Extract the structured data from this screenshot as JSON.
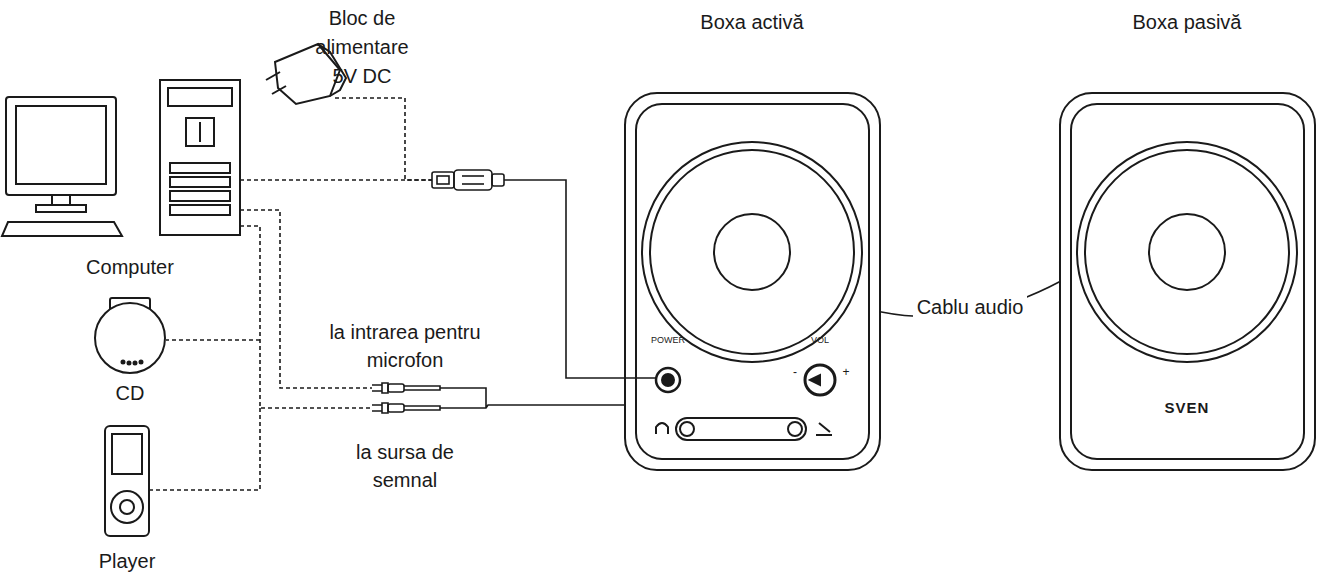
{
  "diagram": {
    "nodes": [
      {
        "text": [
          "Computer"
        ]
      },
      {
        "text": [
          "CD"
        ]
      },
      {
        "text": [
          "Player"
        ]
      },
      {
        "text": [
          "Bloc de alimentare 5V DC"
        ]
      },
      {
        "text": [
          "Boxa activă"
        ]
      },
      {
        "text": [
          "Boxa pasivă",
          "SVEN"
        ]
      }
    ],
    "edges": [
      {
        "from": 4,
        "to": 5,
        "label": "Cablu audio",
        "arrow": "none"
      }
    ],
    "labels": [
      "POWER",
      "VOL",
      "-",
      "+",
      "la intrarea pentru microfon",
      "la sursa de semnal"
    ]
  }
}
